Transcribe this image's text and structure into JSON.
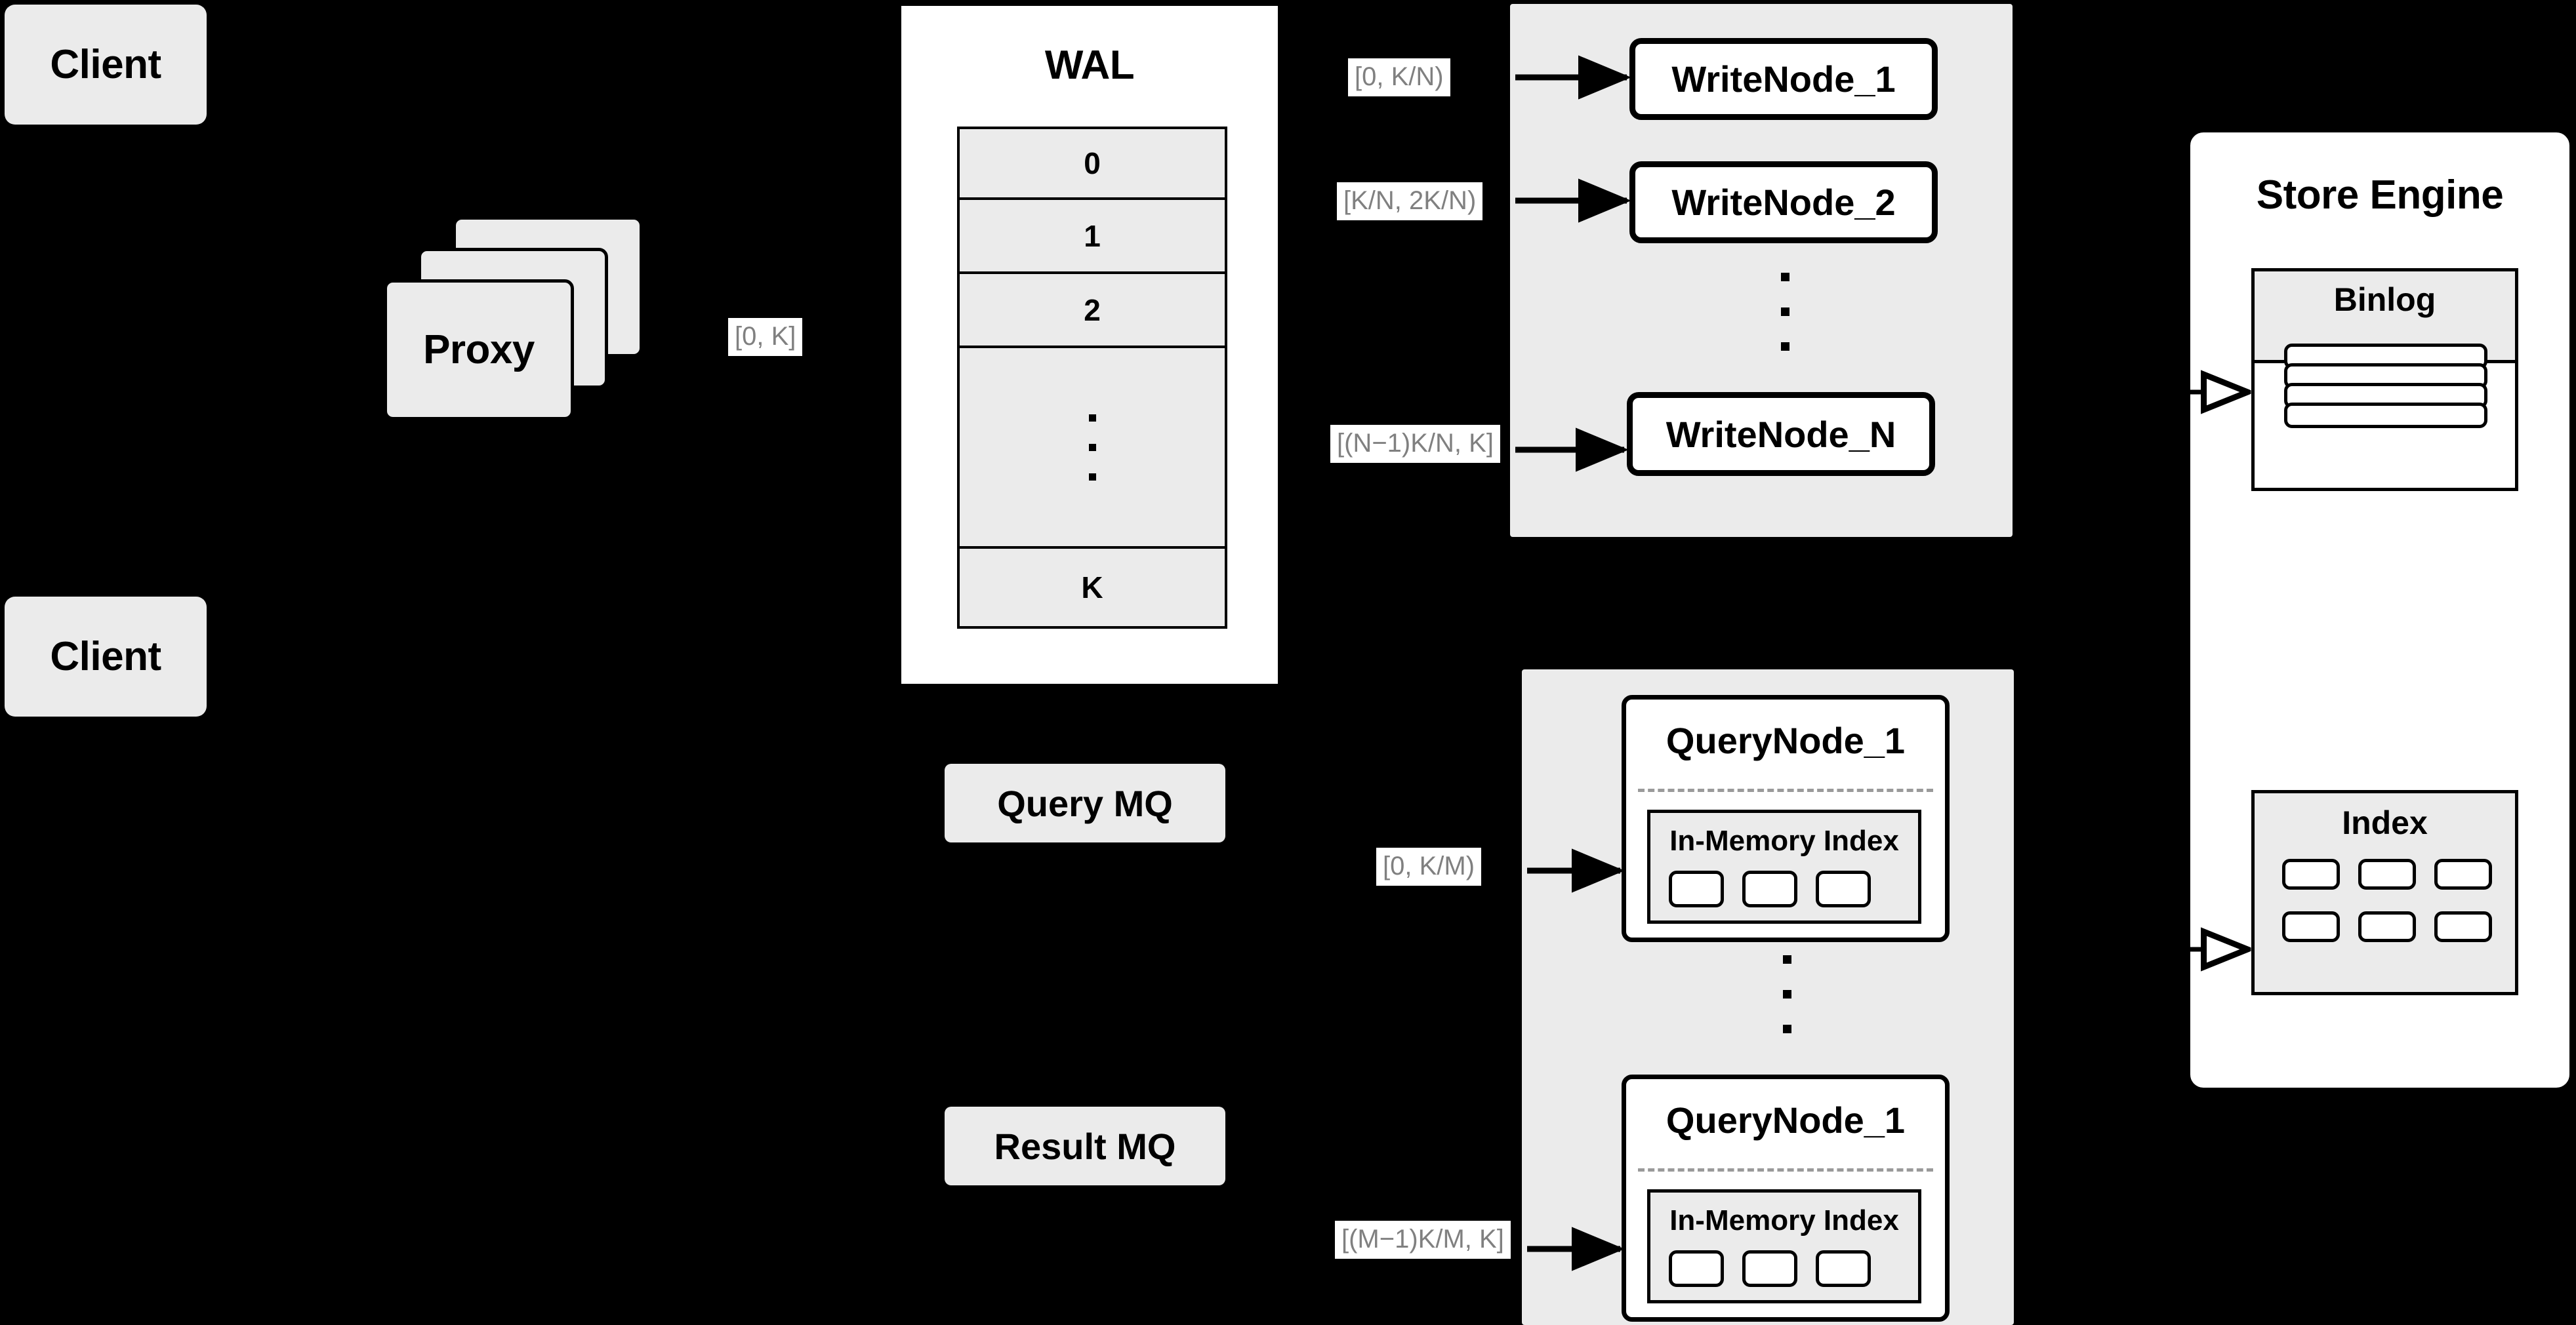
{
  "diagram": {
    "title": "Distributed Vector Database Write/Query Architecture",
    "background_color": "#000000",
    "node_fill_gray": "#ebebeb",
    "node_fill_white": "#ffffff",
    "stroke_color": "#000000",
    "label_text_color": "#808080",
    "label_bg_color": "#ffffff"
  },
  "clients": [
    {
      "label": "Client"
    },
    {
      "label": "Client"
    }
  ],
  "proxy": {
    "label": "Proxy",
    "stack_count": 3
  },
  "wal": {
    "title": "WAL",
    "rows": [
      "0",
      "1",
      "2",
      "",
      "K"
    ],
    "dots_row_index": 3,
    "dots_count": 3
  },
  "write_cluster": {
    "nodes": [
      {
        "label": "WriteNode_1"
      },
      {
        "label": "WriteNode_2"
      },
      {
        "label": "WriteNode_N"
      }
    ],
    "dots_count": 3
  },
  "query_cluster": {
    "nodes": [
      {
        "label": "QueryNode_1",
        "inner_title": "In-Memory Index",
        "slot_count": 3
      },
      {
        "label": "QueryNode_1",
        "inner_title": "In-Memory Index",
        "slot_count": 3
      }
    ],
    "dots_count": 3
  },
  "mq": {
    "query": {
      "label": "Query MQ"
    },
    "result": {
      "label": "Result MQ"
    }
  },
  "store_engine": {
    "title": "Store Engine",
    "binlog": {
      "title": "Binlog",
      "row_count": 4
    },
    "index": {
      "title": "Index",
      "cell_count": 6,
      "columns": 3,
      "rows": 2
    }
  },
  "edge_labels": {
    "proxy_to_wal": "[0, K]",
    "wal_to_write_1": "[0,  K/N)",
    "wal_to_write_2": "[K/N, 2K/N)",
    "wal_to_write_n": "[(N−1)K/N,  K]",
    "mq_to_query_1": "[0, K/M)",
    "mq_to_query_m": "[(M−1)K/M, K]"
  }
}
